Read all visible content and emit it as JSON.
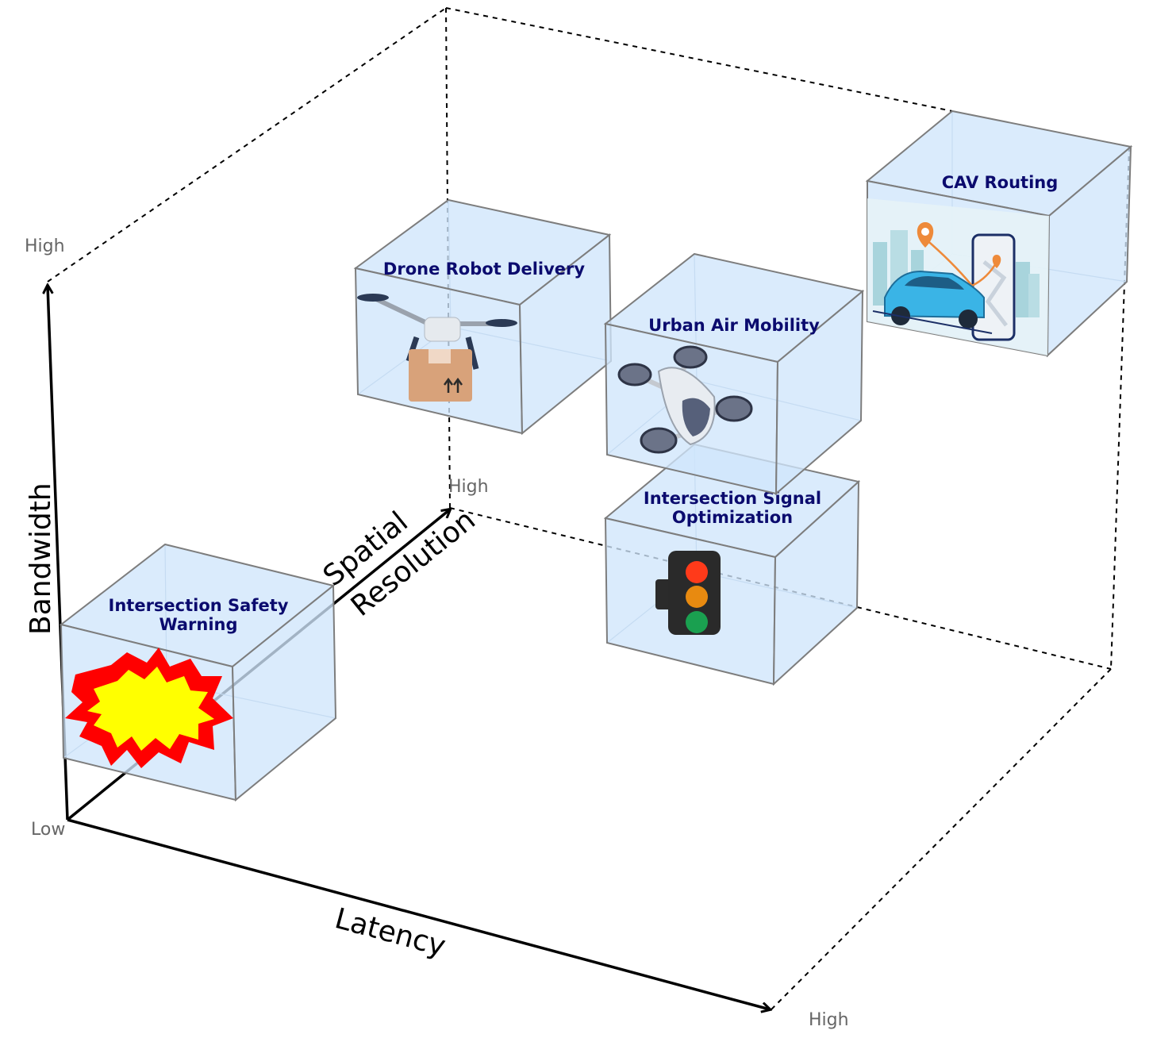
{
  "axes": {
    "bandwidth": {
      "title": "Bandwidth",
      "low": "Low",
      "high": "High"
    },
    "latency": {
      "title": "Latency",
      "high": "High"
    },
    "spatial_resolution": {
      "title_line1": "Spatial",
      "title_line2": "Resolution",
      "high": "High"
    }
  },
  "applications": [
    {
      "lines": [
        "Intersection Safety",
        "Warning"
      ],
      "icon": "explosion-icon"
    },
    {
      "lines": [
        "Drone Robot Delivery"
      ],
      "icon": "delivery-drone-icon"
    },
    {
      "lines": [
        "Urban Air Mobility"
      ],
      "icon": "air-taxi-icon"
    },
    {
      "lines": [
        "Intersection Signal",
        "Optimization"
      ],
      "icon": "traffic-light-icon"
    },
    {
      "lines": [
        "CAV Routing"
      ],
      "icon": "car-navigation-icon"
    }
  ],
  "colors": {
    "box_fill": "#cfe5fb",
    "label_text": "#0b0b6e",
    "explosion_outer": "#ff0000",
    "explosion_inner": "#ffff00"
  }
}
